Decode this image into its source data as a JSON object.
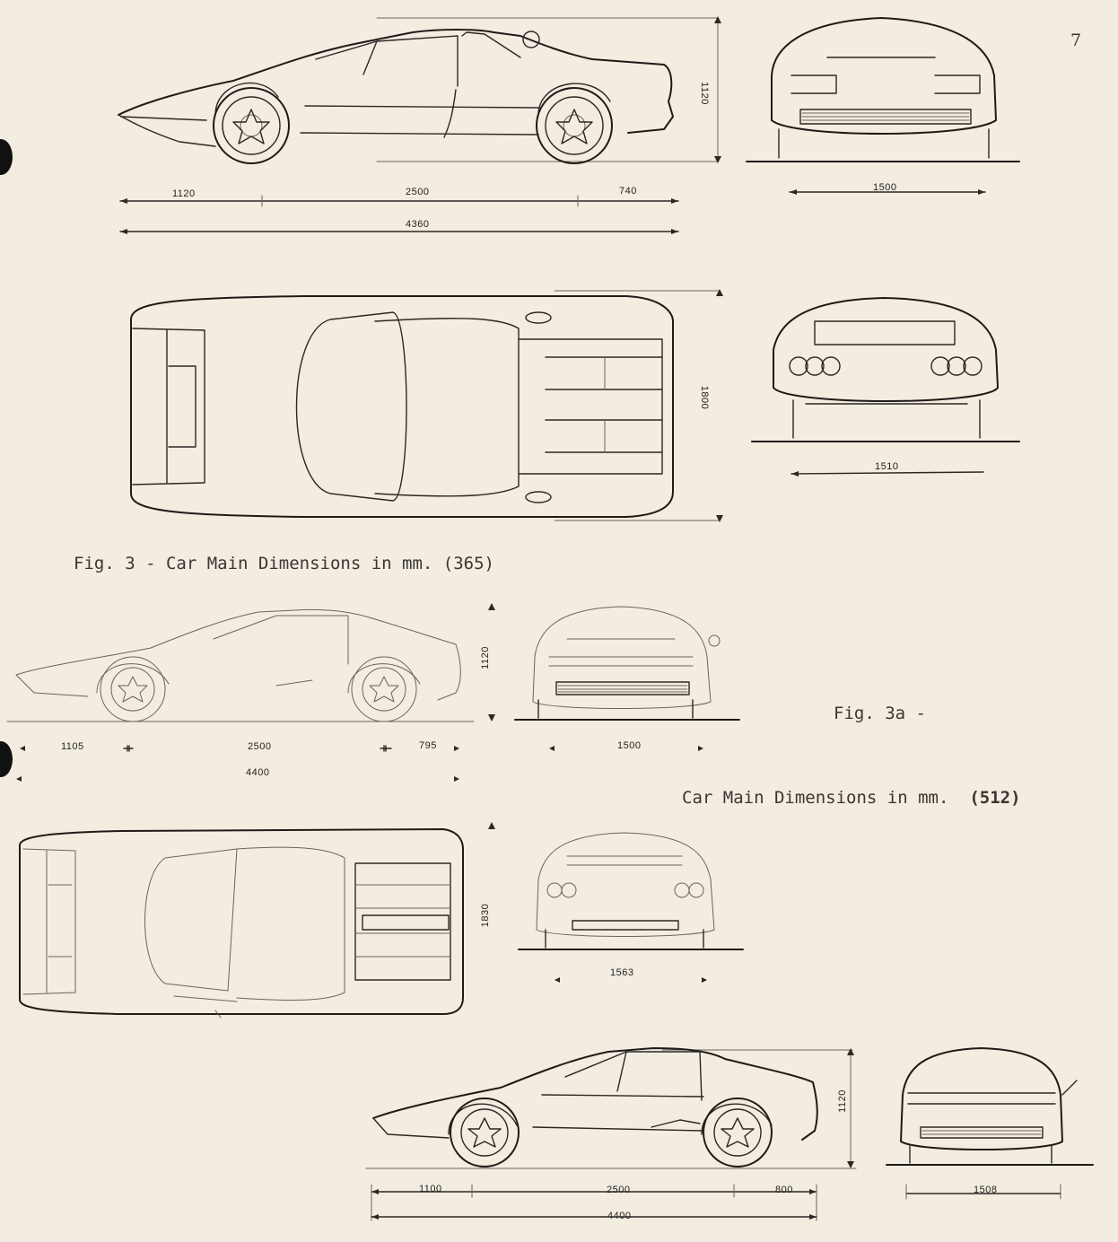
{
  "page": {
    "number": "7"
  },
  "fig3": {
    "caption": "Fig. 3 - Car Main Dimensions in mm. (365)",
    "side_view": {
      "height": "1120",
      "front_overhang": "1120",
      "wheelbase": "2500",
      "rear_overhang": "740",
      "overall_length": "4360"
    },
    "front_view": {
      "track": "1500"
    },
    "plan_view": {
      "width": "1800"
    },
    "rear_view": {
      "track": "1510"
    }
  },
  "fig3a": {
    "caption_label": "Fig. 3a -",
    "caption_text": "Car Main Dimensions in mm.",
    "caption_model": "(512)",
    "side_view": {
      "height": "1120",
      "front_overhang": "1105",
      "wheelbase": "2500",
      "rear_overhang": "795",
      "overall_length": "4400"
    },
    "front_view": {
      "track": "1500"
    },
    "plan_view": {
      "width": "1830"
    },
    "rear_view": {
      "track": "1563"
    }
  },
  "fig_bottom": {
    "side_view": {
      "height": "1120",
      "front_overhang": "1100",
      "wheelbase": "2500",
      "rear_overhang": "800",
      "overall_length": "4400"
    },
    "front_view": {
      "track": "1508"
    }
  }
}
